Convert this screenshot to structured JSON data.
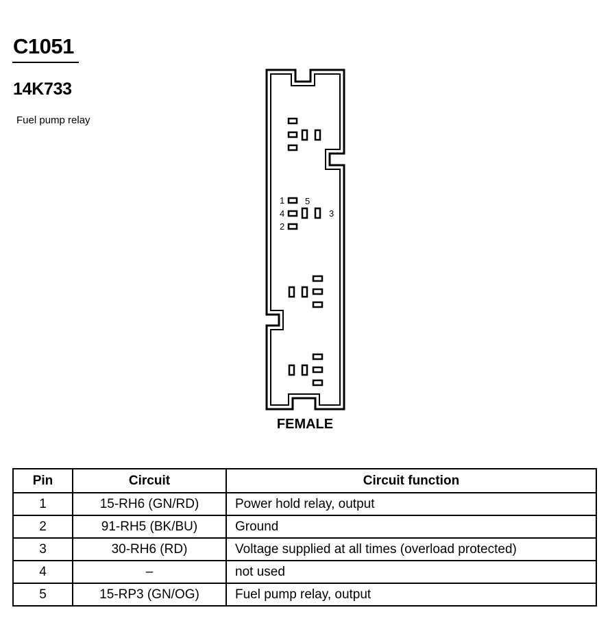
{
  "connector": {
    "id": "C1051",
    "part_number": "14K733",
    "description": "Fuel pump relay",
    "gender": "FEMALE",
    "pin_labels": [
      "1",
      "5",
      "4",
      "3",
      "2"
    ]
  },
  "pin_table": {
    "headers": [
      "Pin",
      "Circuit",
      "Circuit function"
    ],
    "rows": [
      {
        "pin": "1",
        "circuit": "15-RH6 (GN/RD)",
        "function": "Power hold relay, output"
      },
      {
        "pin": "2",
        "circuit": "91-RH5 (BK/BU)",
        "function": "Ground"
      },
      {
        "pin": "3",
        "circuit": "30-RH6 (RD)",
        "function": "Voltage supplied at all times (overload protected)"
      },
      {
        "pin": "4",
        "circuit": "–",
        "function": "not used"
      },
      {
        "pin": "5",
        "circuit": "15-RP3 (GN/OG)",
        "function": "Fuel pump relay, output"
      }
    ]
  }
}
